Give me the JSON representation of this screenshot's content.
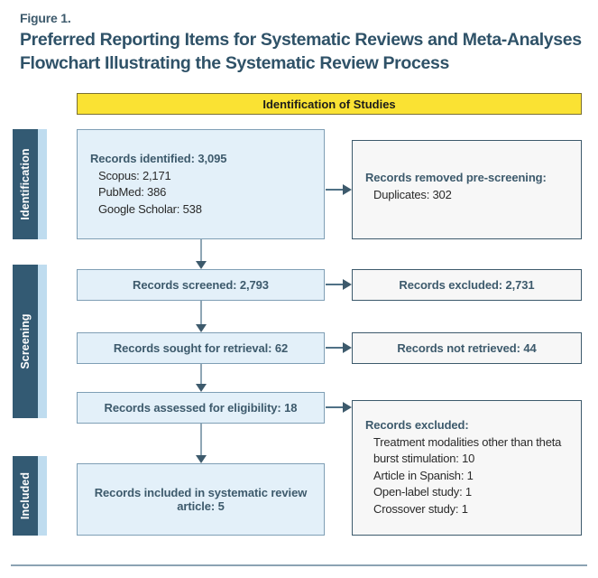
{
  "figure": {
    "label": "Figure 1.",
    "title": "Preferred Reporting Items for Systematic Reviews and Meta-Analyses Flowchart Illustrating the Systematic Review Process"
  },
  "banner": {
    "text": "Identification of Studies"
  },
  "colors": {
    "banner_bg": "#fae233",
    "sidebar_bg": "#335a73",
    "sidebar_strip": "#bfdcef",
    "left_box_bg": "#e3f0f9",
    "right_box_bg": "#f7f7f7",
    "text": "#3d5a6c",
    "arrow": "#3d5a6c"
  },
  "sidebars": [
    {
      "label": "Identification"
    },
    {
      "label": "Screening"
    },
    {
      "label": "Included"
    }
  ],
  "boxes": {
    "identified": {
      "head": "Records identified: 3,095",
      "items": [
        "Scopus: 2,171",
        "PubMed: 386",
        "Google Scholar: 538"
      ]
    },
    "removed": {
      "head": "Records removed pre-screening:",
      "items": [
        "Duplicates: 302"
      ]
    },
    "screened": {
      "text": "Records screened: 2,793"
    },
    "excluded_1": {
      "text": "Records excluded: 2,731"
    },
    "sought": {
      "text": "Records sought for retrieval: 62"
    },
    "not_retrieved": {
      "text": "Records not retrieved: 44"
    },
    "assessed": {
      "text": "Records assessed for eligibility: 18"
    },
    "excluded_2": {
      "head": "Records excluded:",
      "items": [
        "Treatment modalities other than theta burst stimulation: 10",
        "Article in Spanish: 1",
        "Open-label study: 1",
        "Crossover study: 1"
      ]
    },
    "included": {
      "text": "Records included in systematic review article: 5"
    }
  }
}
